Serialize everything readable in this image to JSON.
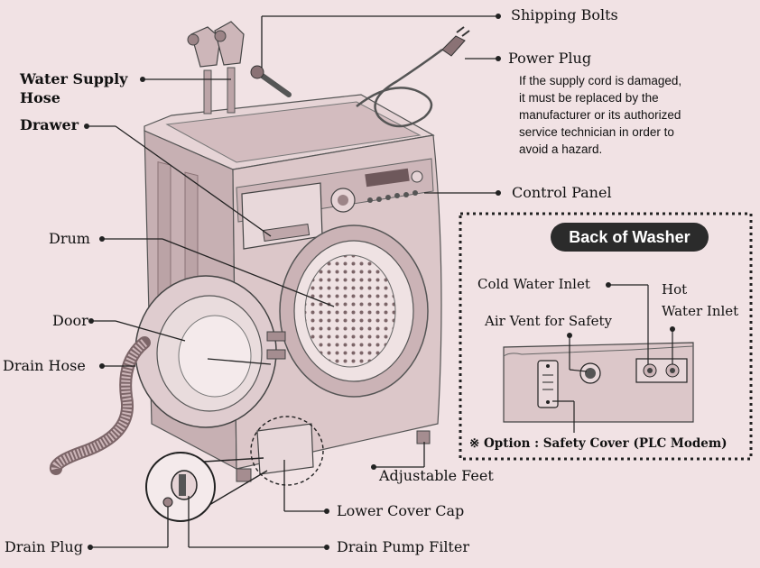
{
  "labels": {
    "shipping_bolts": "Shipping Bolts",
    "power_plug": "Power Plug",
    "power_note": [
      "If the supply cord is damaged,",
      "it must be replaced by the",
      "manufacturer or its authorized",
      "service technician in order to",
      "avoid a hazard."
    ],
    "water_supply_hose_1": "Water Supply",
    "water_supply_hose_2": "Hose",
    "drawer": "Drawer",
    "control_panel": "Control Panel",
    "drum": "Drum",
    "door": "Door",
    "drain_hose": "Drain Hose",
    "adjustable_feet": "Adjustable Feet",
    "lower_cover_cap": "Lower Cover Cap",
    "drain_plug": "Drain Plug",
    "drain_pump_filter": "Drain Pump Filter"
  },
  "back_panel": {
    "title": "Back of Washer",
    "cold_water_inlet": "Cold Water Inlet",
    "hot_water_inlet_1": "Hot",
    "hot_water_inlet_2": "Water Inlet",
    "air_vent": "Air Vent for Safety",
    "option_note": "※ Option : Safety Cover (PLC Modem)"
  },
  "colors": {
    "background": "#f1e2e4",
    "machine_body": "#d9c4c6",
    "machine_shadow": "#b9a1a4",
    "line": "#222222"
  }
}
